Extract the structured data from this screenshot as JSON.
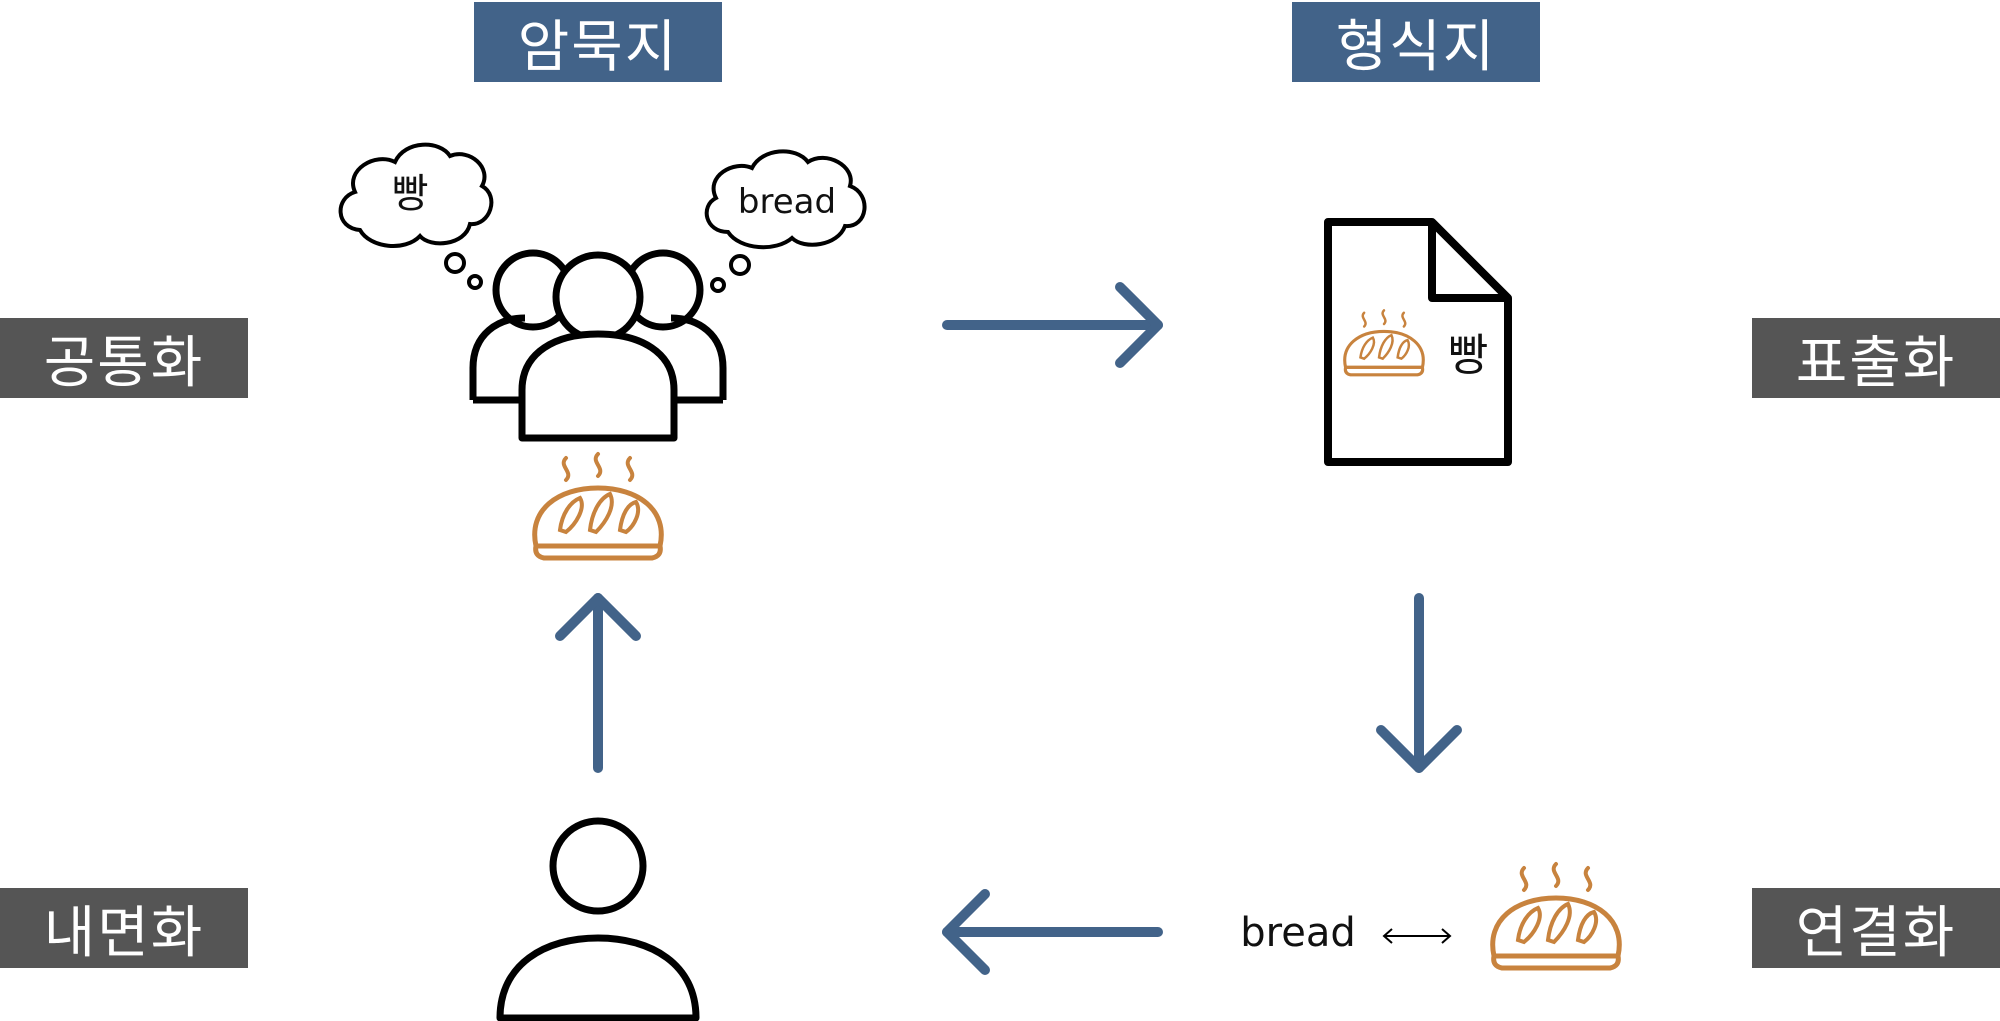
{
  "headers": {
    "tacit": "암묵지",
    "explicit": "형식지"
  },
  "modes": {
    "socialization": "공통화",
    "externalization": "표출화",
    "internalization": "내면화",
    "combination": "연결화"
  },
  "thoughts": {
    "left": "빵",
    "right": "bread"
  },
  "document_text": "빵",
  "combination_word": "bread",
  "colors": {
    "header_bg": "#426389",
    "mode_bg": "#555555",
    "arrow": "#426389",
    "bread": "#C8833E",
    "outline": "#000000"
  },
  "icons": [
    "people-group-icon",
    "thought-bubble-icon",
    "bread-icon",
    "document-icon",
    "person-icon",
    "double-arrow-icon"
  ]
}
